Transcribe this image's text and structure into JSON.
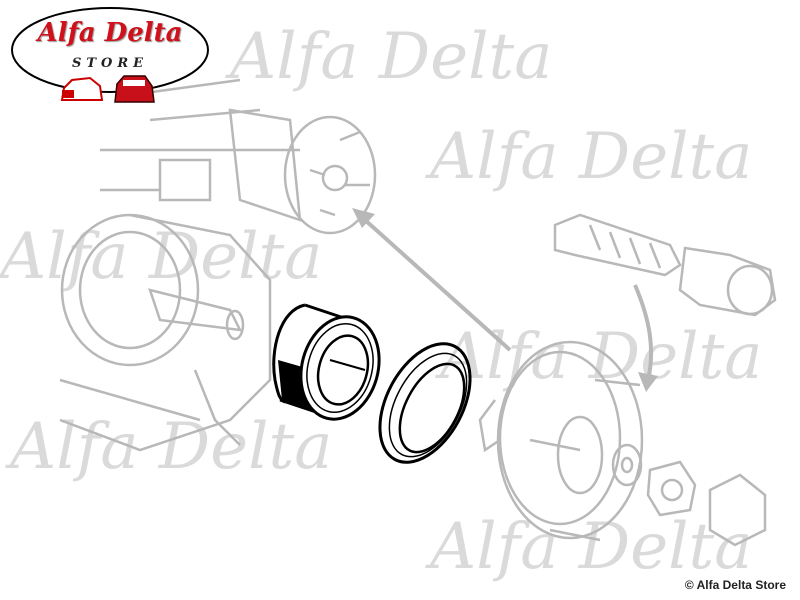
{
  "logo": {
    "title": "Alfa Delta",
    "subtitle": "STORE"
  },
  "watermark": "Alfa Delta",
  "copyright": "© Alfa Delta Store",
  "colors": {
    "brand_red": "#d0101a",
    "line_gray": "#b8b8b8",
    "part_black": "#000000"
  }
}
